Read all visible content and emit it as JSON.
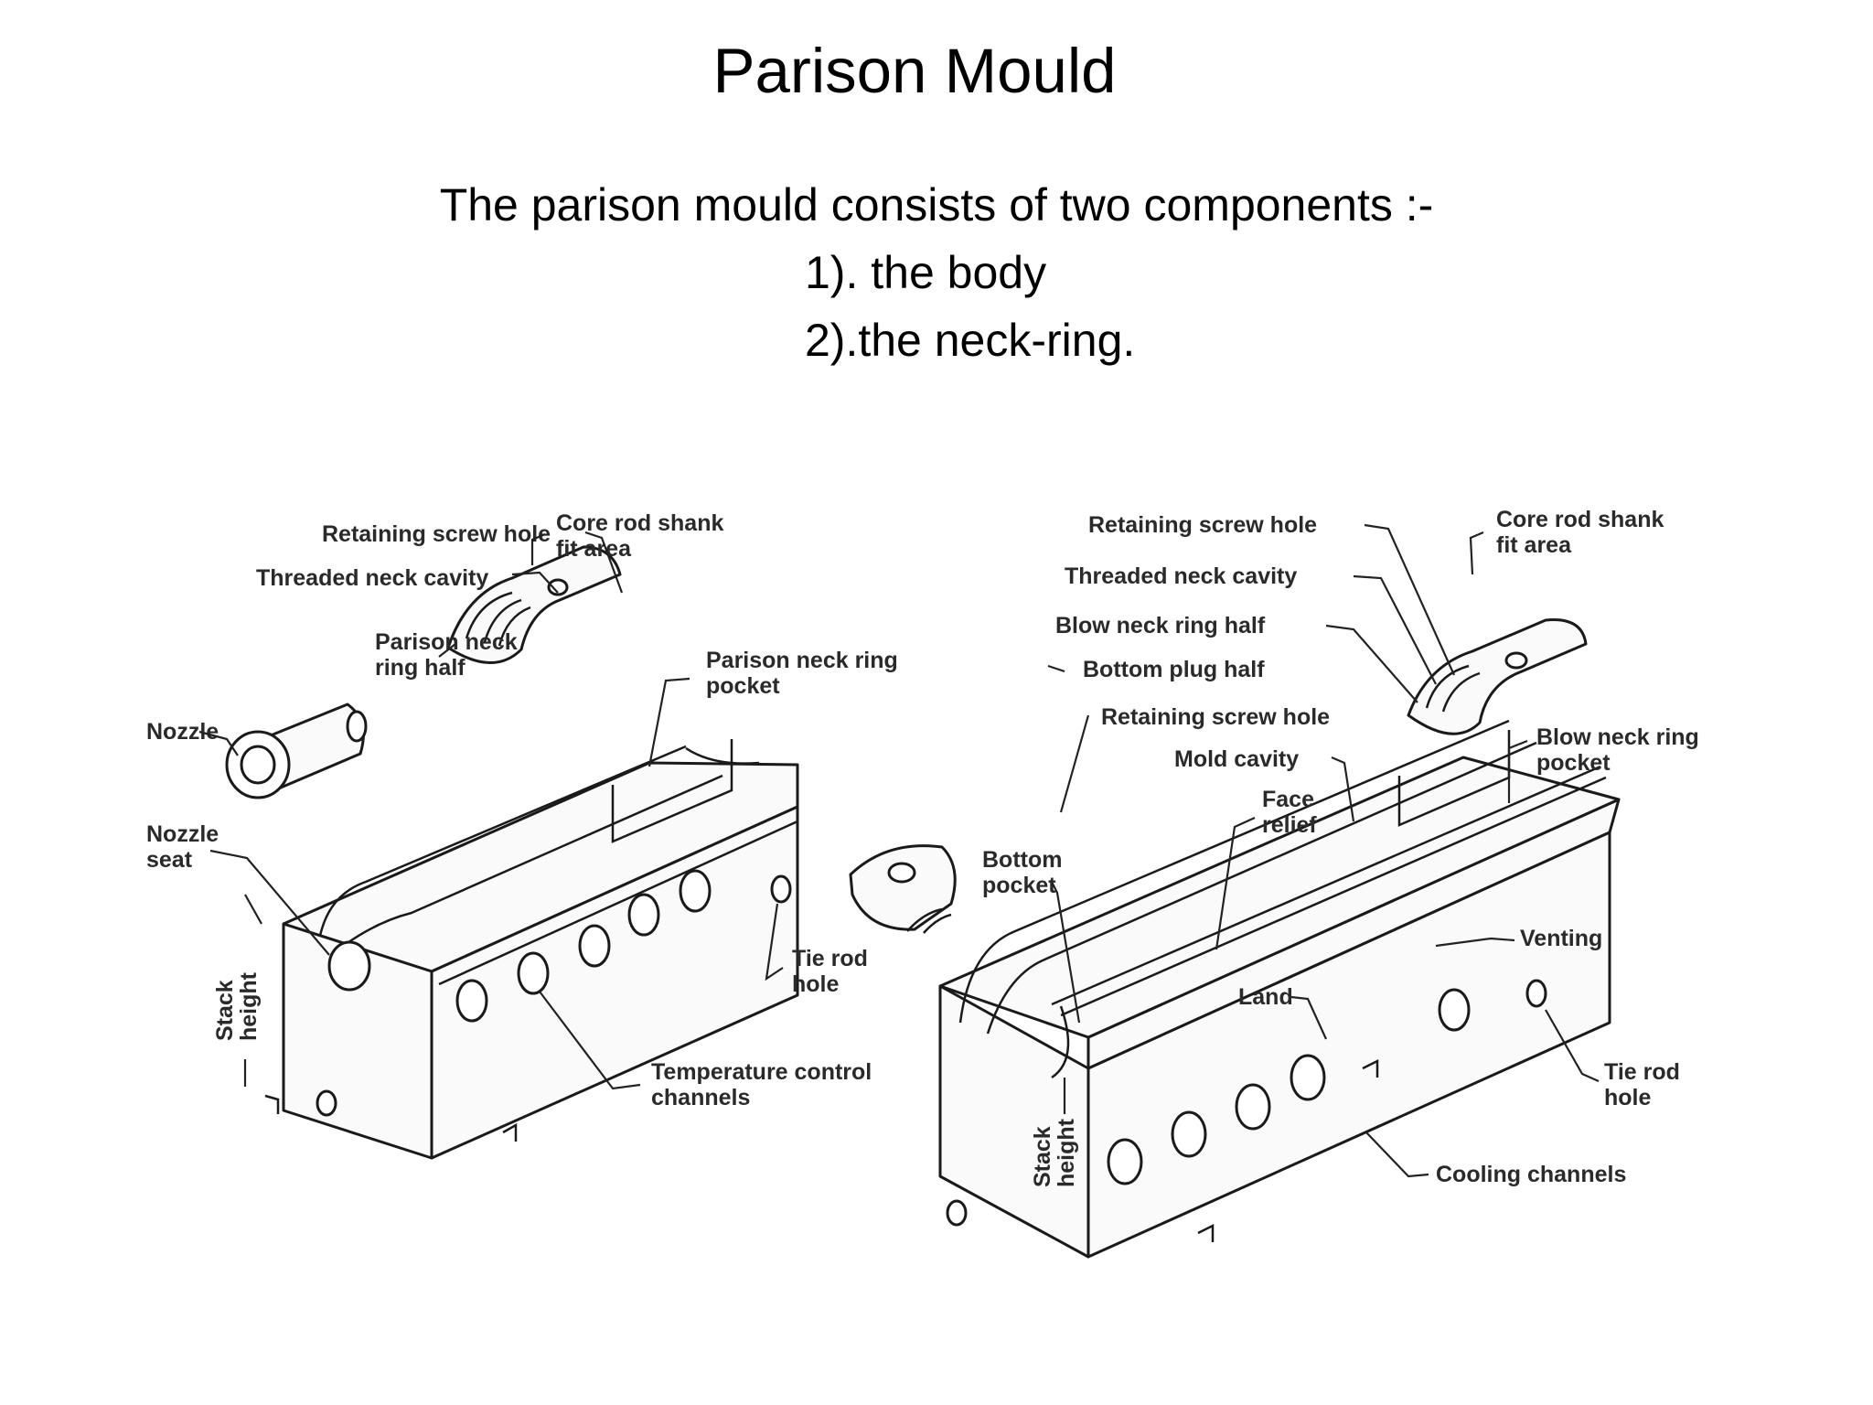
{
  "slide": {
    "title": "Parison Mould",
    "intro": "The parison mould consists of two components :-",
    "items": [
      "1). the body",
      "2).the neck-ring."
    ]
  },
  "figure": {
    "parison_labels": {
      "retaining_screw_hole": "Retaining screw hole",
      "core_rod_shank_1": "Core rod shank",
      "core_rod_shank_2": "fit area",
      "threaded_neck_cavity": "Threaded neck cavity",
      "parison_neck_ring_half_1": "Parison neck",
      "parison_neck_ring_half_2": "ring half",
      "parison_neck_ring_pocket_1": "Parison neck ring",
      "parison_neck_ring_pocket_2": "pocket",
      "nozzle": "Nozzle",
      "nozzle_seat_1": "Nozzle",
      "nozzle_seat_2": "seat",
      "stack_height_1": "Stack",
      "stack_height_2": "height",
      "tie_rod_hole_1": "Tie rod",
      "tie_rod_hole_2": "hole",
      "temperature_control_1": "Temperature control",
      "temperature_control_2": "channels"
    },
    "blow_labels": {
      "retaining_screw_hole": "Retaining screw hole",
      "core_rod_shank_1": "Core rod shank",
      "core_rod_shank_2": "fit area",
      "threaded_neck_cavity": "Threaded neck cavity",
      "blow_neck_ring_half": "Blow neck ring half",
      "bottom_plug_half": "Bottom plug half",
      "retaining_screw_hole_2": "Retaining screw hole",
      "mold_cavity": "Mold cavity",
      "blow_neck_ring_pocket_1": "Blow neck ring",
      "blow_neck_ring_pocket_2": "pocket",
      "face_relief_1": "Face",
      "face_relief_2": "relief",
      "bottom_pocket_1": "Bottom",
      "bottom_pocket_2": "pocket",
      "venting": "Venting",
      "land": "Land",
      "stack_height_1": "Stack",
      "stack_height_2": "height",
      "tie_rod_hole_1": "Tie rod",
      "tie_rod_hole_2": "hole",
      "cooling_channels": "Cooling channels"
    }
  }
}
